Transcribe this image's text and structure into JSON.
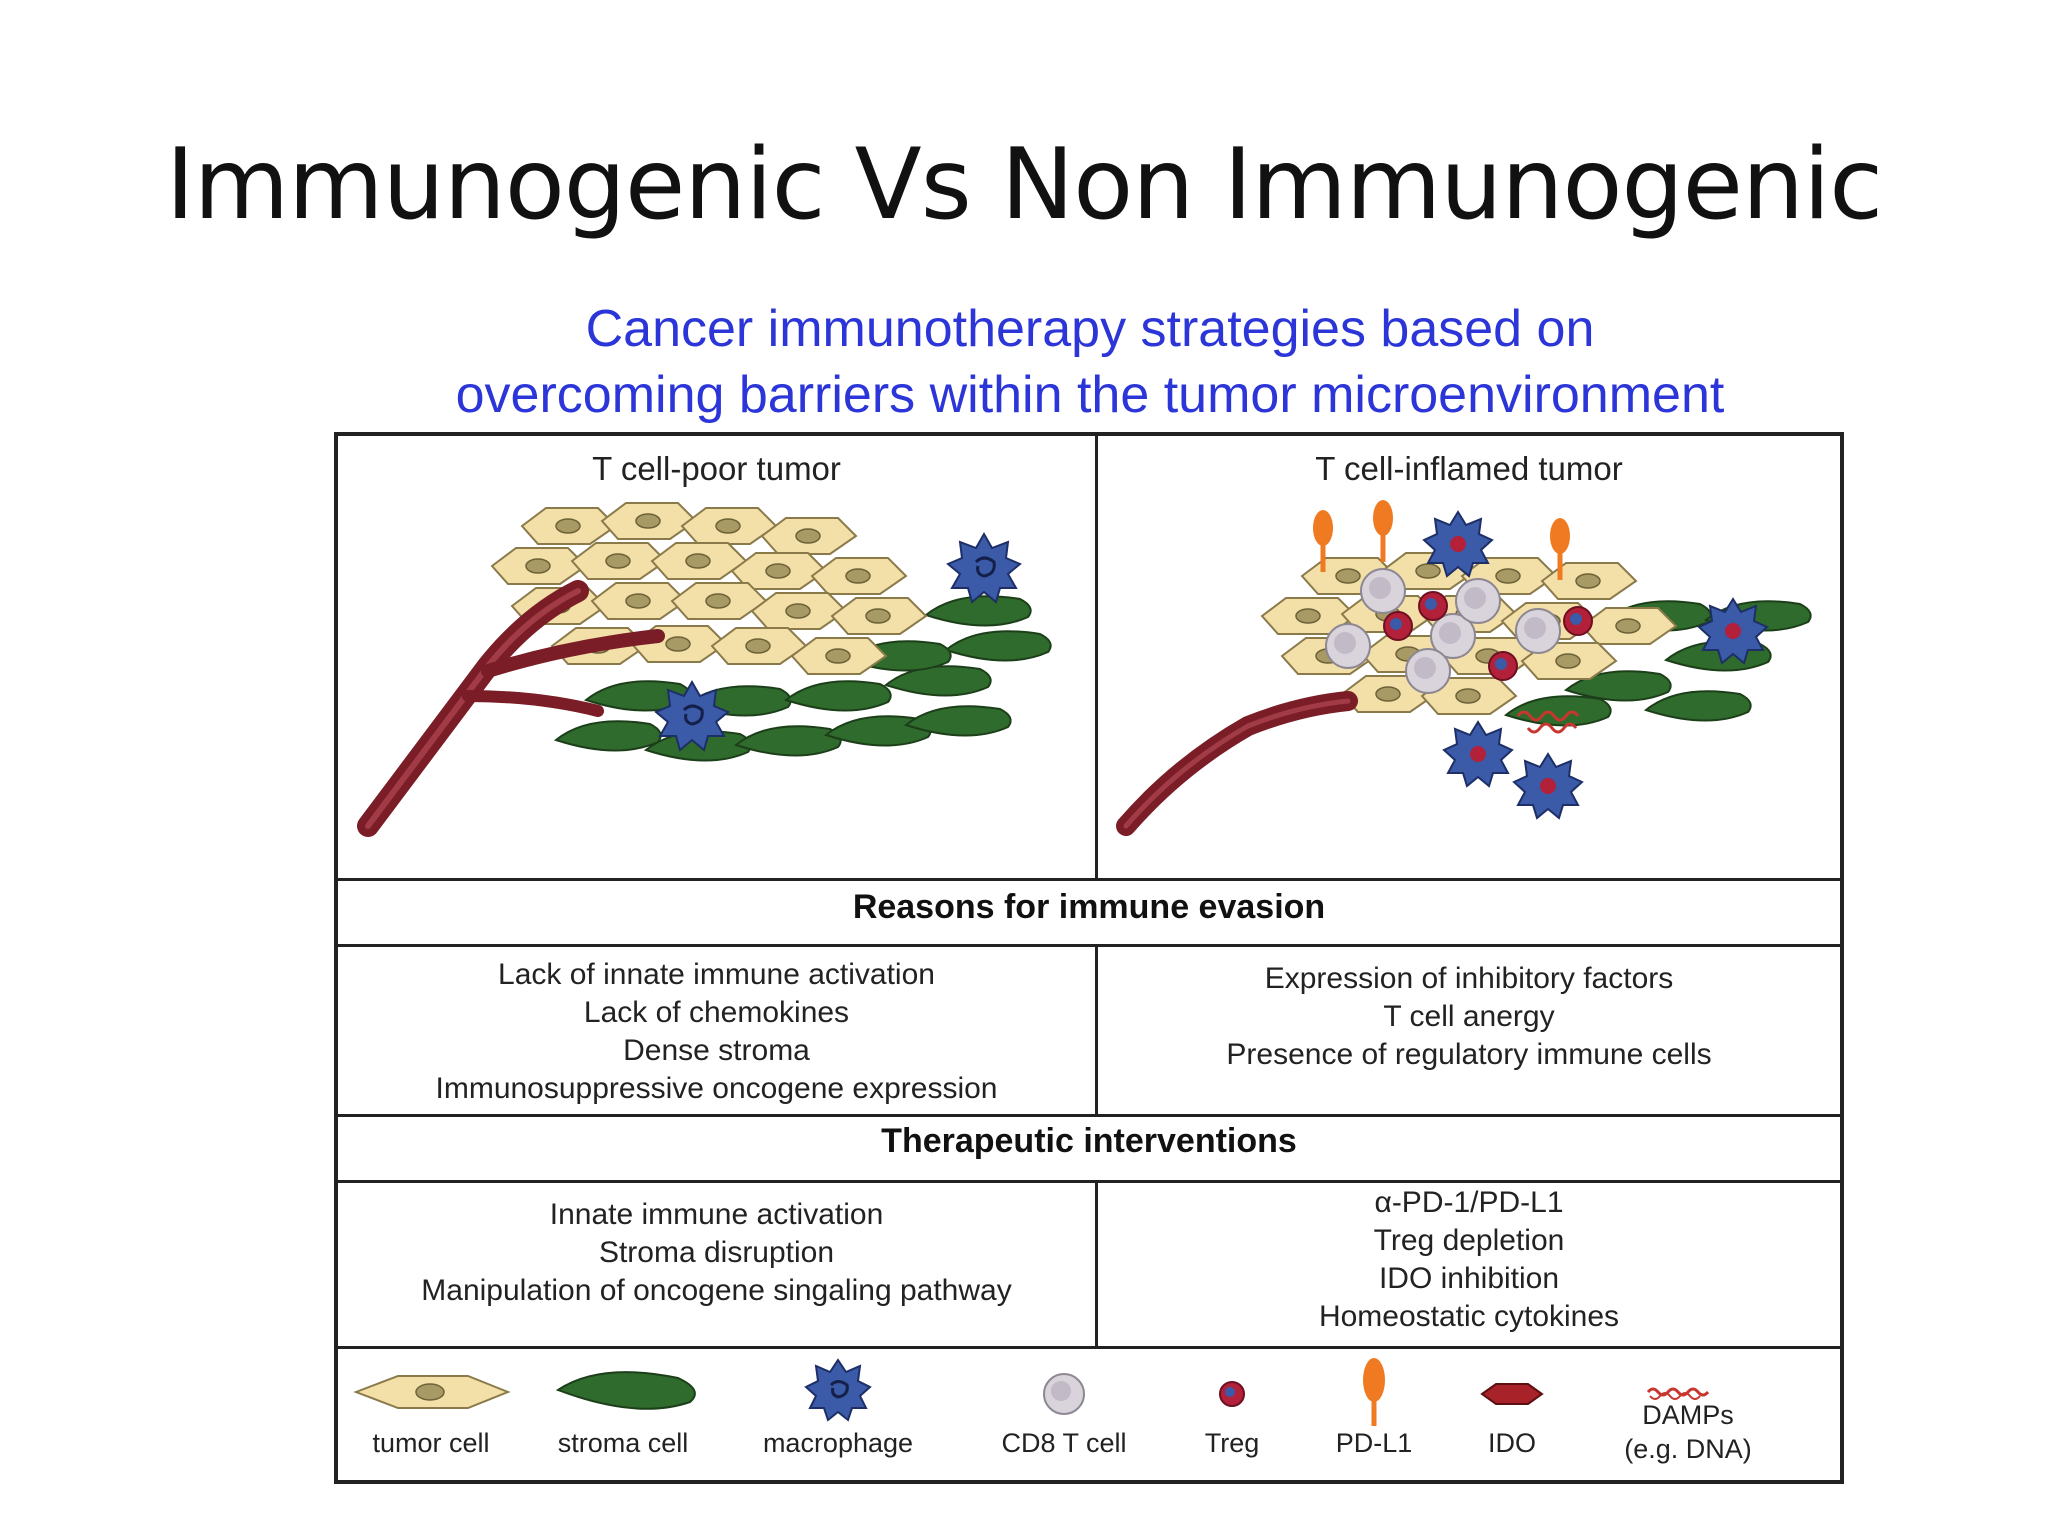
{
  "slide": {
    "title": "Immunogenic Vs Non Immunogenic"
  },
  "figure": {
    "title_line1": "Cancer immunotherapy strategies based on",
    "title_line2": "overcoming barriers within the tumor microenvironment",
    "title_color": "#2b35d8",
    "panels": {
      "left_label": "T cell-poor tumor",
      "right_label": "T cell-inflamed tumor"
    },
    "reasons": {
      "heading": "Reasons for immune evasion",
      "left": [
        "Lack of innate immune activation",
        "Lack of chemokines",
        "Dense stroma",
        "Immunosuppressive oncogene expression"
      ],
      "right": [
        "Expression of inhibitory factors",
        "T cell anergy",
        "Presence of regulatory immune cells"
      ]
    },
    "interventions": {
      "heading": "Therapeutic interventions",
      "left": [
        "Innate immune activation",
        "Stroma disruption",
        "Manipulation of oncogene singaling pathway"
      ],
      "right": [
        "α-PD-1/PD-L1",
        "Treg depletion",
        "IDO inhibition",
        "Homeostatic cytokines"
      ]
    },
    "legend": {
      "tumor_cell": "tumor cell",
      "stroma_cell": "stroma cell",
      "macrophage": "macrophage",
      "cd8": "CD8 T cell",
      "treg": "Treg",
      "pdl1": "PD-L1",
      "ido": "IDO",
      "damps_line1": "DAMPs",
      "damps_line2": "(e.g. DNA)"
    },
    "colors": {
      "tumor_cell": "#f3dfa8",
      "tumor_nucleus": "#a89a64",
      "stroma_cell": "#2f6b2c",
      "macrophage": "#3b5aa8",
      "cd8": "#d9d4dc",
      "treg": "#b3203a",
      "pdl1": "#f07a22",
      "ido": "#a8222a",
      "vessel": "#7a1d26",
      "damps": "#c8372f"
    }
  }
}
